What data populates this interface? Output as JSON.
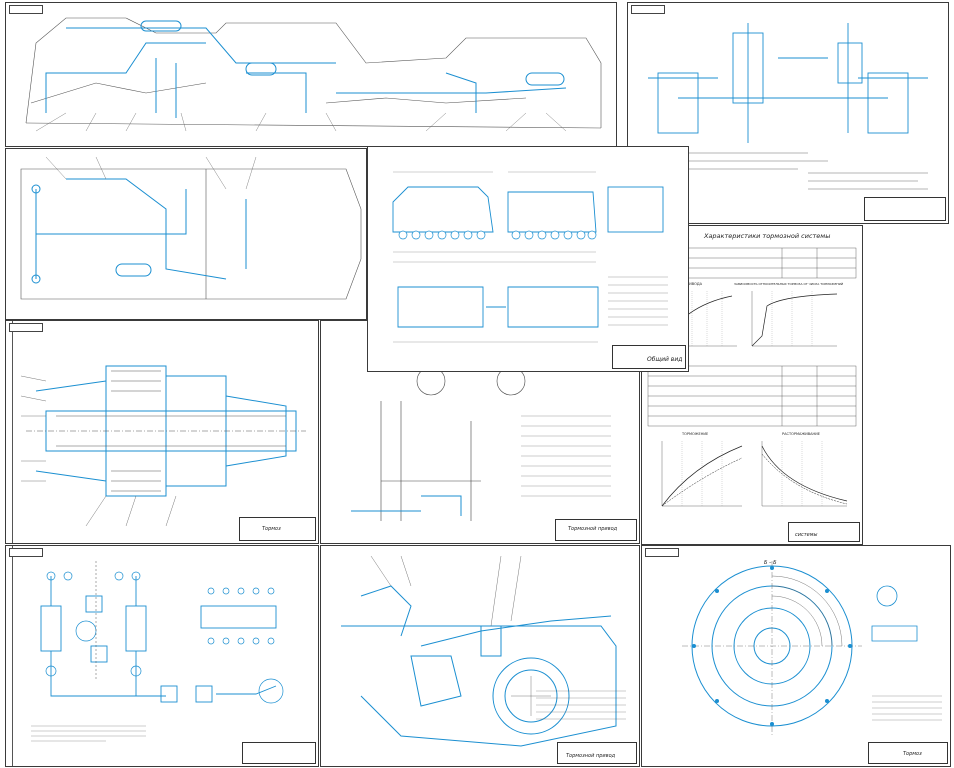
{
  "sheets": {
    "vehicle_pneumatic": {
      "stamp": ""
    },
    "kinematic_scheme": {
      "stamp": ""
    },
    "vehicle_general_view": {
      "stamp": "Общий вид"
    },
    "characteristics": {
      "title": "Характеристики тормозной системы",
      "graph1_title": "ОКРАЩЕНИЕ ПРИВОДА",
      "graph2_title": "ЗАВИСИМОСТЬ ОТНОСИТЕЛЬНЫХ ТОРМОЗА ОТ ЧИСЛА ТОРМОЖЕНИЙ",
      "graph3_title": "ТОРМОЖЕНИЕ",
      "graph4_title": "РАСТОРМАЖИВАНИЕ",
      "stamp": "системы"
    },
    "brake_section": {
      "stamp": "Тормоз"
    },
    "brake_drive": {
      "stamp": "Тормозной привод"
    },
    "pneumatic_scheme": {
      "stamp": ""
    },
    "pedal_drive": {
      "stamp": "Тормозной привод"
    },
    "brake_disc": {
      "section_label": "Б – Б",
      "stamp": "Тормоз"
    }
  },
  "colors": {
    "line": "#1b8fd1",
    "ink": "#333333"
  }
}
